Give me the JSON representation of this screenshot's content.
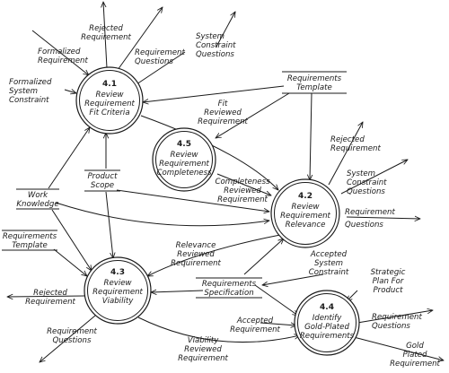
{
  "processes": {
    "p41": {
      "id": "4.1",
      "name": [
        "Review",
        "Requirement",
        "Fit Criteria"
      ]
    },
    "p42": {
      "id": "4.2",
      "name": [
        "Review",
        "Requirement",
        "Relevance"
      ]
    },
    "p43": {
      "id": "4.3",
      "name": [
        "Review",
        "Requirement",
        "Viability"
      ]
    },
    "p44": {
      "id": "4.4",
      "name": [
        "Identify",
        "Gold-Plated",
        "Requirements"
      ]
    },
    "p45": {
      "id": "4.5",
      "name": [
        "Review",
        "Requirement",
        "Completeness"
      ]
    }
  },
  "stores": {
    "requirements_template_top": [
      "Requirements",
      "Template"
    ],
    "product_scope": [
      "Product",
      "Scope"
    ],
    "work_knowledge": [
      "Work",
      "Knowledge"
    ],
    "requirements_template_left": [
      "Requirements",
      "Template"
    ],
    "requirements_specification": [
      "Requirements",
      "Specification"
    ]
  },
  "flows": {
    "formalized_requirement": [
      "Formalized",
      "Requirement"
    ],
    "formalized_system_constraint": [
      "Formalized",
      "System",
      "Constraint"
    ],
    "rejected_requirement_top": [
      "Rejected",
      "Requirement"
    ],
    "requirement_questions_top": [
      "Requirement",
      "Questions"
    ],
    "system_constraint_questions_top": [
      "System",
      "Constraint",
      "Questions"
    ],
    "fit_reviewed_requirement": [
      "Fit",
      "Reviewed",
      "Requirement"
    ],
    "rejected_requirement_right": [
      "Rejected",
      "Requirement"
    ],
    "system_constraint_questions_right": [
      "System",
      "Constraint",
      "Questions"
    ],
    "requirement_questions_right": [
      "Requirement",
      "Questions"
    ],
    "completeness_reviewed_requirement": [
      "Completeness",
      "Reviewed",
      "Requirement"
    ],
    "relevance_reviewed_requirement": [
      "Relevance",
      "Reviewed",
      "Requirement"
    ],
    "accepted_system_constraint": [
      "Accepted",
      "System",
      "Constraint"
    ],
    "rejected_requirement_left": [
      "Rejected",
      "Requirement"
    ],
    "requirement_questions_bottom": [
      "Requirement",
      "Questions"
    ],
    "viability_reviewed_requirement": [
      "Viability",
      "Reviewed",
      "Requirement"
    ],
    "accepted_requirement": [
      "Accepted",
      "Requirement"
    ],
    "strategic_plan_for_product": [
      "Strategic",
      "Plan For",
      "Product"
    ],
    "requirement_questions_44": [
      "Requirement",
      "Questions"
    ],
    "gold_plated_requirement": [
      "Gold",
      "Plated",
      "Requirement"
    ]
  }
}
